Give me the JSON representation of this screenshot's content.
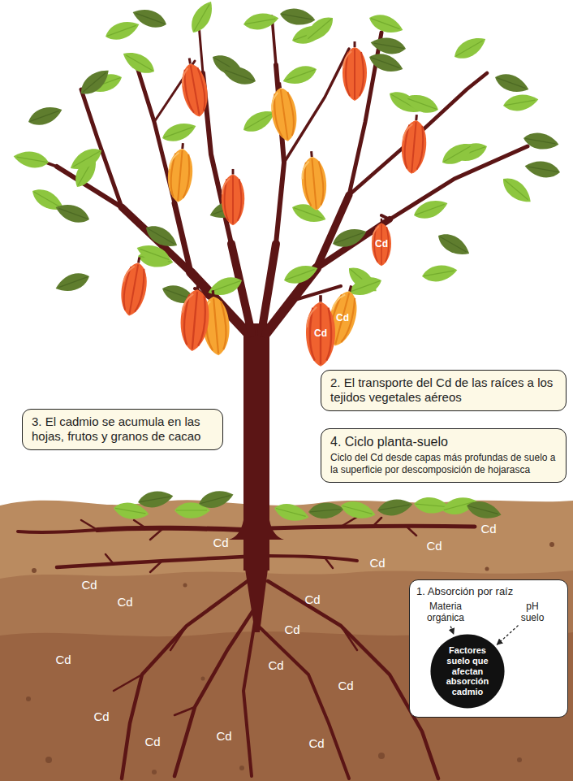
{
  "diagram": {
    "nodes": [
      {
        "text": [
          "2. El transporte del Cd de las raíces a los tejidos vegetales aéreos"
        ]
      },
      {
        "text": [
          "3. El cadmio se acumula en las hojas, frutos y granos de cacao"
        ]
      },
      {
        "text": [
          "4. Ciclo planta-suelo",
          "Ciclo del Cd desde capas más profundas de suelo a la superficie por descomposición de hojarasca"
        ]
      },
      {
        "text": [
          "1. Absorción por raíz"
        ]
      },
      {
        "text": [
          "Materia orgánica"
        ],
        "in": 3
      },
      {
        "text": [
          "pH suelo"
        ],
        "in": 3
      },
      {
        "text": [
          "Factores suelo que afectan absorción cadmio"
        ],
        "in": 3
      }
    ],
    "edges": [
      {
        "from": 4,
        "to": 6,
        "arrow": "to"
      },
      {
        "from": 5,
        "to": 6,
        "arrow": "to"
      }
    ],
    "labels": [
      "Cd",
      "Cd",
      "Cd",
      "Cd",
      "Cd",
      "Cd",
      "Cd",
      "Cd",
      "Cd",
      "Cd",
      "Cd",
      "Cd",
      "Cd",
      "Cd",
      "Cd",
      "Cd",
      "Cd",
      "Cd"
    ]
  }
}
